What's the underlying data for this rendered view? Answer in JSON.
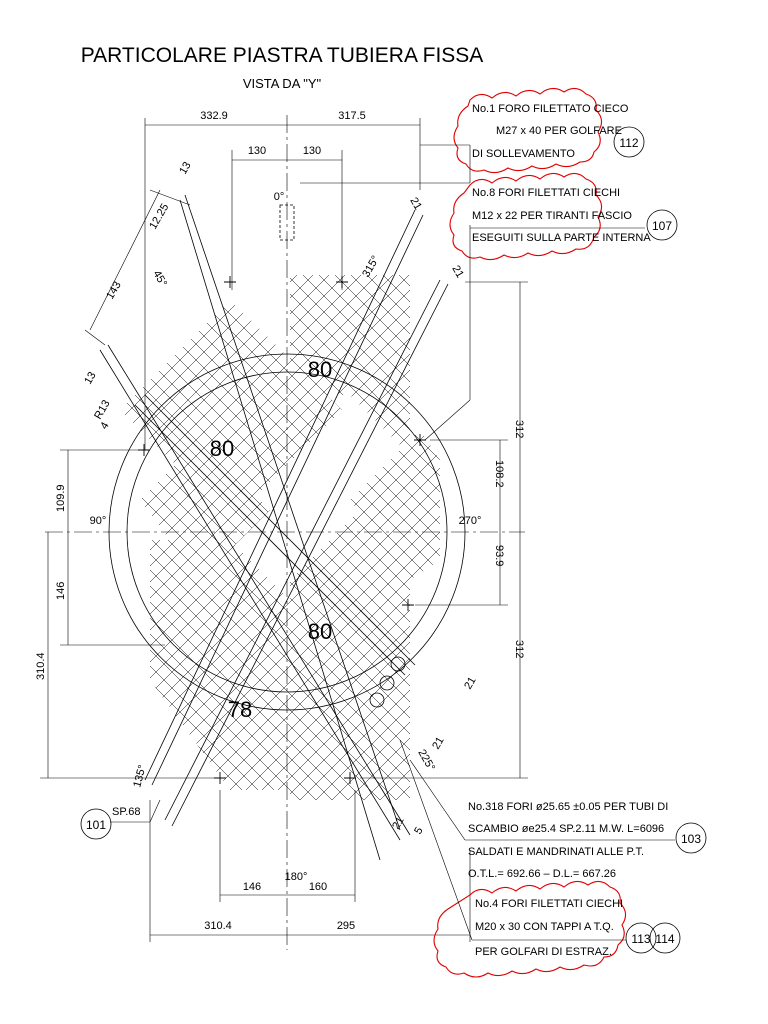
{
  "title": "PARTICOLARE PIASTRA TUBIERA FISSA",
  "subtitle": "VISTA DA \"Y\"",
  "angles": {
    "top": "0°",
    "left": "90°",
    "right": "270°",
    "bottom": "180°",
    "a45": "45°",
    "a315": "315°",
    "a135": "135°",
    "a225": "225°"
  },
  "dims": {
    "top_left": "332.9",
    "top_right": "317.5",
    "top_130_l": "130",
    "top_130_r": "130",
    "bot_146": "146",
    "bot_160": "160",
    "bot_310": "310.4",
    "bot_295": "295",
    "left_109": "109.9",
    "left_146": "146",
    "left_310": "310.4",
    "right_312_top": "312",
    "right_108": "108.2",
    "right_93": "93.9",
    "right_312_bot": "312",
    "diag_13_a": "13",
    "diag_12": "12.25",
    "diag_143": "143",
    "diag_13_b": "13",
    "diag_21_a": "21",
    "diag_21_b": "21",
    "diag_21_c": "21",
    "diag_21_d": "21",
    "diag_21_e": "21",
    "diag_5": "5",
    "r13": "R13",
    "r4": "4"
  },
  "regions": {
    "r1": "80",
    "r2": "80",
    "r3": "80",
    "r4": "78"
  },
  "notes": {
    "n112": {
      "l1": "No.1  FORO  FILETTATO  CIECO",
      "l2": "M27  x 40  PER  GOLFARE",
      "l3": "DI  SOLLEVAMENTO",
      "num": "112"
    },
    "n107": {
      "l1": "No.8  FORI  FILETTATI  CIECHI",
      "l2": "M12 x 22  PER  TIRANTI  FASCIO",
      "l3": "ESEGUITI  SULLA  PARTE  INTERNA",
      "num": "107"
    },
    "n103": {
      "l1": "No.318  FORI  ø25.65 ±0.05  PER  TUBI  DI",
      "l2": "SCAMBIO  øe25.4  SP.2.11  M.W.  L=6096",
      "l3": "SALDATI  E  MANDRINATI  ALLE  P.T.",
      "l4": "O.T.L.=  692.66  –  D.L.=  667.26",
      "num": "103"
    },
    "n113": {
      "l1": "No.4  FORI  FILETTATI  CIECHI",
      "l2": "M20 x 30  CON  TAPPI  A  T.Q.",
      "l3": "PER  GOLFARI  DI  ESTRAZ.",
      "num1": "113",
      "num2": "114"
    },
    "n101": {
      "sp": "SP.68",
      "num": "101"
    }
  }
}
